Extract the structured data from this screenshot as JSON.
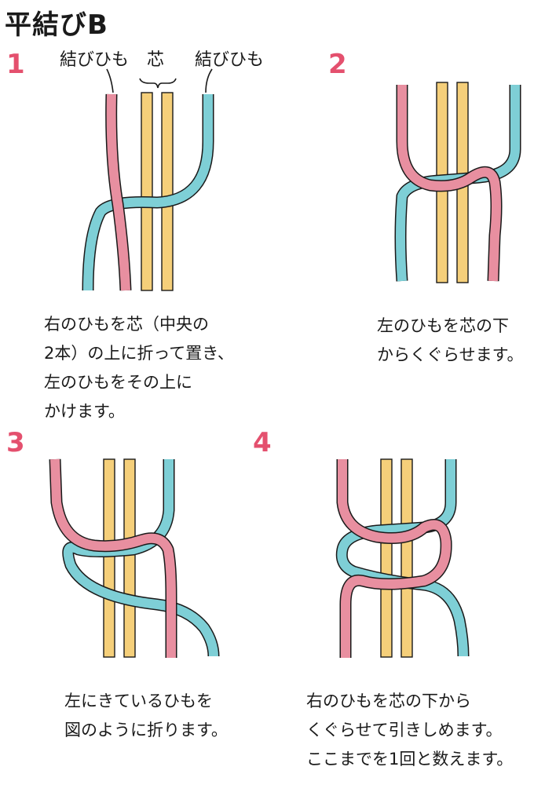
{
  "title": "平結びB",
  "steps": [
    {
      "number": "1",
      "labels": {
        "left_cord": "結びひも",
        "core": "芯",
        "right_cord": "結びひも"
      },
      "caption": [
        "右のひもを芯（中央の",
        "2本）の上に折って置き、",
        "左のひもをその上に",
        "かけます。"
      ]
    },
    {
      "number": "2",
      "caption": [
        "左のひもを芯の下",
        "からくぐらせます。"
      ]
    },
    {
      "number": "3",
      "caption": [
        "左にきているひもを",
        "図のように折ります。"
      ]
    },
    {
      "number": "4",
      "caption": [
        "右のひもを芯の下から",
        "くぐらせて引きしめます。",
        "ここまでを1回と数えます。"
      ]
    }
  ],
  "colors": {
    "pink_cord": "#e88fa0",
    "blue_cord": "#7ecfd6",
    "core_cord": "#f5cf7a",
    "outline": "#1a1a1a",
    "step_number": "#e4506e"
  }
}
